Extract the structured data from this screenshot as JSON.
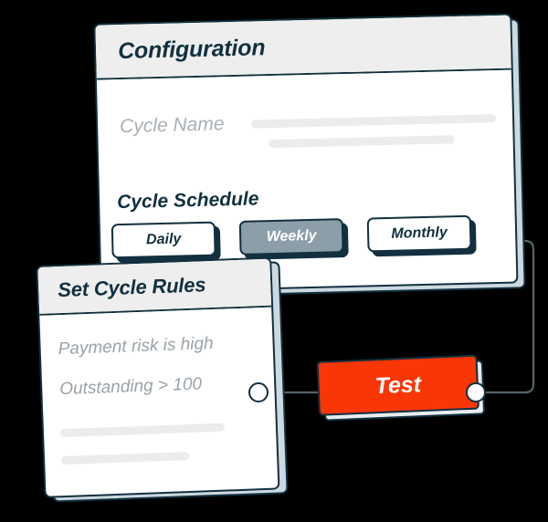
{
  "canvas": {
    "background": "#000000",
    "accent_red": "#f93606",
    "ink": "#12303f",
    "muted_text": "#9aa3a8",
    "header_bg": "#eeeeee",
    "placeholder_bar": "#ececec",
    "selected_button_bg": "#8c9ea7",
    "card_side_3d": "#cdd9e0"
  },
  "config_card": {
    "title": "Configuration",
    "cycle_name": {
      "label": "Cycle Name",
      "value": "",
      "placeholder": ""
    },
    "cycle_schedule": {
      "label": "Cycle Schedule",
      "selected": "Weekly",
      "options": [
        {
          "label": "Daily",
          "selected": false
        },
        {
          "label": "Weekly",
          "selected": true
        },
        {
          "label": "Monthly",
          "selected": false
        }
      ]
    }
  },
  "rules_card": {
    "title": "Set Cycle Rules",
    "rules": [
      {
        "text": "Payment risk is high"
      },
      {
        "text": "Outstanding > 100"
      }
    ]
  },
  "test_node": {
    "label": "Test",
    "color": "#f93606"
  },
  "connectors": {
    "left_port": "input-port",
    "right_port": "output-port"
  }
}
